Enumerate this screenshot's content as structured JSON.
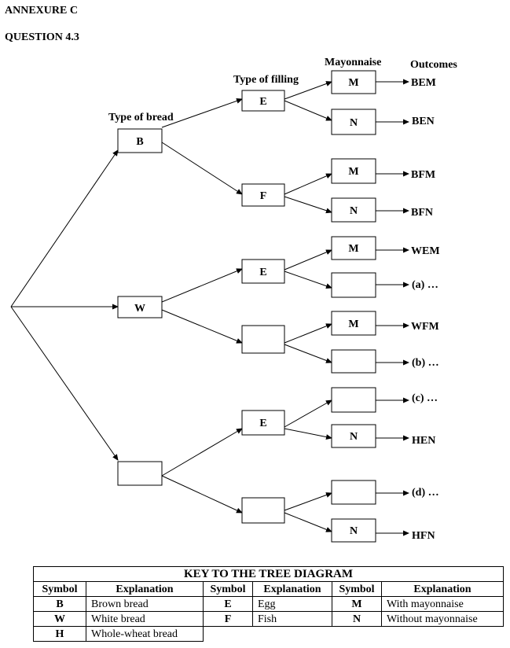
{
  "header": {
    "annex": "ANNEXURE C",
    "question": "QUESTION 4.3"
  },
  "columns": {
    "bread": "Type of bread",
    "filling": "Type of filling",
    "mayo": "Mayonnaise",
    "outcomes": "Outcomes"
  },
  "tree": {
    "bread": [
      "B",
      "W",
      ""
    ],
    "filling": [
      "E",
      "F",
      "E",
      "",
      "E",
      ""
    ],
    "mayo": [
      "M",
      "N",
      "M",
      "N",
      "M",
      "",
      "M",
      "",
      "",
      "N",
      "",
      "N"
    ],
    "outcomes": [
      "BEM",
      "BEN",
      "BFM",
      "BFN",
      "WEM",
      "(a) …",
      "WFM",
      "(b) …",
      "(c) …",
      "HEN",
      "(d) …",
      "HFN"
    ]
  },
  "key": {
    "title": "KEY TO THE TREE DIAGRAM",
    "headers": [
      "Symbol",
      "Explanation",
      "Symbol",
      "Explanation",
      "Symbol",
      "Explanation"
    ],
    "rows": [
      [
        "B",
        "Brown bread",
        "E",
        "Egg",
        "M",
        "With mayonnaise"
      ],
      [
        "W",
        "White bread",
        "F",
        "Fish",
        "N",
        "Without mayonnaise"
      ],
      [
        "H",
        "Whole-wheat bread"
      ]
    ]
  }
}
